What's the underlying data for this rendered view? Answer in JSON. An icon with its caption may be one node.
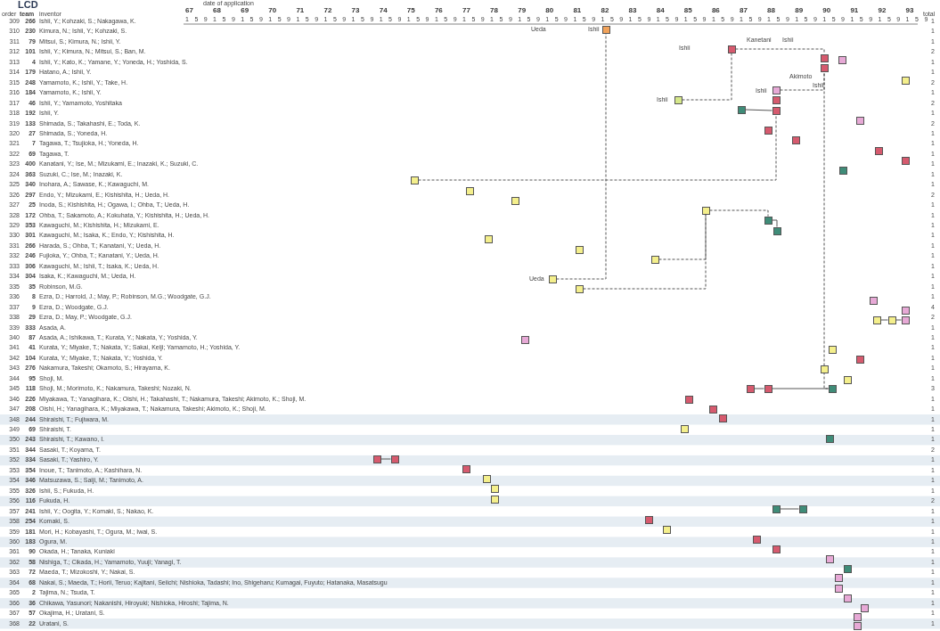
{
  "diagram": {
    "title": "LCD",
    "nodes": [
      {
        "text": [],
        "shape": "box"
      },
      {
        "text": [],
        "shape": "box"
      },
      {
        "text": [],
        "shape": "box"
      },
      {
        "text": [],
        "shape": "box"
      },
      {
        "text": [],
        "shape": "box"
      },
      {
        "text": [],
        "shape": "box"
      },
      {
        "text": [],
        "shape": "box"
      },
      {
        "text": [],
        "shape": "box"
      },
      {
        "text": [],
        "shape": "box"
      },
      {
        "text": [],
        "shape": "box"
      },
      {
        "text": [],
        "shape": "box"
      },
      {
        "text": [],
        "shape": "box"
      },
      {
        "text": [],
        "shape": "box"
      },
      {
        "text": [],
        "shape": "box"
      },
      {
        "text": [],
        "shape": "box"
      },
      {
        "text": [],
        "shape": "box"
      },
      {
        "text": [],
        "shape": "box"
      },
      {
        "text": [],
        "shape": "box"
      },
      {
        "text": [],
        "shape": "box"
      },
      {
        "text": [],
        "shape": "box"
      },
      {
        "text": [],
        "shape": "box"
      },
      {
        "text": [],
        "shape": "box"
      },
      {
        "text": [],
        "shape": "box"
      },
      {
        "text": [],
        "shape": "box"
      },
      {
        "text": [],
        "shape": "box"
      },
      {
        "text": [],
        "shape": "box"
      },
      {
        "text": [],
        "shape": "box"
      },
      {
        "text": [],
        "shape": "box"
      },
      {
        "text": [],
        "shape": "box"
      },
      {
        "text": [],
        "shape": "box"
      },
      {
        "text": [],
        "shape": "box"
      },
      {
        "text": [],
        "shape": "box"
      },
      {
        "text": [],
        "shape": "box"
      },
      {
        "text": [],
        "shape": "box"
      },
      {
        "text": [],
        "shape": "box"
      },
      {
        "text": [],
        "shape": "box"
      },
      {
        "text": [],
        "shape": "box"
      },
      {
        "text": [],
        "shape": "box"
      },
      {
        "text": [],
        "shape": "box"
      },
      {
        "text": [],
        "shape": "box"
      },
      {
        "text": [],
        "shape": "box"
      },
      {
        "text": [],
        "shape": "box"
      },
      {
        "text": [],
        "shape": "box"
      },
      {
        "text": [],
        "shape": "box"
      },
      {
        "text": [],
        "shape": "box"
      },
      {
        "text": [],
        "shape": "box"
      },
      {
        "text": [],
        "shape": "box"
      },
      {
        "text": [],
        "shape": "box"
      },
      {
        "text": [],
        "shape": "box"
      },
      {
        "text": [],
        "shape": "box"
      },
      {
        "text": [],
        "shape": "box"
      },
      {
        "text": [],
        "shape": "box"
      },
      {
        "text": [],
        "shape": "box"
      },
      {
        "text": [],
        "shape": "box"
      },
      {
        "text": [],
        "shape": "box"
      },
      {
        "text": [],
        "shape": "box"
      },
      {
        "text": [],
        "shape": "box"
      },
      {
        "text": [],
        "shape": "box"
      },
      {
        "text": [],
        "shape": "box"
      },
      {
        "text": [],
        "shape": "box"
      },
      {
        "text": [],
        "shape": "box"
      },
      {
        "text": [],
        "shape": "box"
      },
      {
        "text": [],
        "shape": "box"
      },
      {
        "text": [],
        "shape": "box"
      },
      {
        "text": [],
        "shape": "box"
      },
      {
        "text": [],
        "shape": "box"
      }
    ],
    "edges": [
      {
        "from": 17,
        "to": 10,
        "arrow": "none",
        "style": "dashed"
      },
      {
        "from": 26,
        "to": 0,
        "arrow": "none",
        "style": "dashed"
      },
      {
        "from": 27,
        "to": 20,
        "arrow": "none",
        "style": "dashed"
      },
      {
        "from": 25,
        "to": 20,
        "arrow": "none",
        "style": "dashed"
      },
      {
        "from": 20,
        "to": 21,
        "arrow": "none",
        "style": "dashed"
      },
      {
        "from": 21,
        "to": 22,
        "arrow": "none"
      },
      {
        "from": 7,
        "to": 1,
        "arrow": "none",
        "style": "dashed"
      },
      {
        "from": 1,
        "to": 2,
        "arrow": "none",
        "style": "dashed"
      },
      {
        "from": 6,
        "to": 4,
        "arrow": "none",
        "style": "dashed"
      },
      {
        "from": 9,
        "to": 10,
        "arrow": "none"
      },
      {
        "from": 38,
        "to": 39,
        "arrow": "none"
      },
      {
        "from": 39,
        "to": 40,
        "arrow": "none"
      },
      {
        "from": 40,
        "to": 4,
        "arrow": "none",
        "style": "dashed"
      },
      {
        "from": 52,
        "to": 53,
        "arrow": "none"
      },
      {
        "from": 46,
        "to": 47,
        "arrow": "none"
      },
      {
        "from": 30,
        "to": 31,
        "arrow": "none"
      },
      {
        "from": 31,
        "to": 32,
        "arrow": "none"
      }
    ],
    "labels": [
      "date of application",
      "67",
      "68",
      "69",
      "70",
      "71",
      "72",
      "73",
      "74",
      "75",
      "76",
      "77",
      "78",
      "79",
      "80",
      "81",
      "82",
      "83",
      "84",
      "85",
      "86",
      "87",
      "88",
      "89",
      "90",
      "91",
      "92",
      "93",
      "1",
      "5",
      "9",
      "1",
      "5",
      "9",
      "1",
      "5",
      "9",
      "1",
      "5",
      "9",
      "1",
      "5",
      "9",
      "1",
      "5",
      "9",
      "1",
      "5",
      "9",
      "1",
      "5",
      "9",
      "1",
      "5",
      "9",
      "1",
      "5",
      "9",
      "1",
      "5",
      "9",
      "1",
      "5",
      "9",
      "1",
      "5",
      "9",
      "1",
      "5",
      "9",
      "1",
      "5",
      "9",
      "1",
      "5",
      "9",
      "1",
      "5",
      "9",
      "1",
      "5",
      "9",
      "1",
      "5",
      "9",
      "1",
      "5",
      "9",
      "1",
      "5",
      "9",
      "1",
      "5",
      "9",
      "1",
      "5",
      "9",
      "1",
      "5",
      "9",
      "1",
      "5",
      "9",
      "1",
      "5",
      "9",
      "1",
      "5",
      "9",
      "order",
      "team",
      "inventor",
      "total",
      "Ueda",
      "Ishii",
      "Kanetani",
      "Ishii",
      "Ishii",
      "Akimoto",
      "Ishii",
      "Ishii",
      "Ishii",
      "Ueda",
      "309",
      "266",
      "Ishii, Y.; Kohzaki, S.; Nakagawa, K.",
      "1",
      "310",
      "230",
      "Kimura, N.; Ishii, Y.; Kohzaki, S.",
      "1",
      "311",
      "79",
      "Mitsui, S.; Kimura, N.; Ishii, Y.",
      "1",
      "312",
      "101",
      "Ishii, Y.; Kimura, N.; Mitsui, S.; Ban, M.",
      "2",
      "313",
      "4",
      "Ishii, Y.; Kato, K.; Yamane, Y.; Yoneda, H.; Yoshida, S.",
      "1",
      "314",
      "179",
      "Hatano, A.; Ishii, Y.",
      "1",
      "315",
      "248",
      "Yamamoto, K.; Ishii, Y.; Take, H.",
      "2",
      "316",
      "184",
      "Yamamoto, K.; Ishii, Y.",
      "1",
      "317",
      "46",
      "Ishii, Y.; Yamamoto, Yoshitaka",
      "2",
      "318",
      "192",
      "Ishii, Y.",
      "1",
      "319",
      "133",
      "Shimada, S.; Takahashi, E.; Toda, K.",
      "2",
      "320",
      "27",
      "Shimada, S.; Yoneda, H.",
      "1",
      "321",
      "7",
      "Tagawa, T.; Tsujioka, H.; Yoneda, H.",
      "1",
      "322",
      "69",
      "Tagawa, T.",
      "1",
      "323",
      "400",
      "Kanatani, Y.; Ise, M.; Mizukami, E.; Inazaki, K.; Suzuki, C.",
      "1",
      "324",
      "363",
      "Suzuki, C.; Ise, M.; Inazaki, K.",
      "1",
      "325",
      "340",
      "Inohara, A.; Sawase, K.; Kawaguchi, M.",
      "1",
      "326",
      "297",
      "Endo, Y.; Mizukami, E.; Kishishita, H.; Ueda, H.",
      "2",
      "327",
      "25",
      "Inoda, S.; Kishishita, H.; Ogawa, I.; Ohba, T.; Ueda, H.",
      "1",
      "328",
      "172",
      "Ohba, T.; Sakamoto, A.; Kokuhata, Y.; Kishishita, H.; Ueda, H.",
      "1",
      "329",
      "353",
      "Kawaguchi, M.; Kishishita, H.; Mizukami, E.",
      "1",
      "330",
      "301",
      "Kawaguchi, M.; Isaka, K.; Endo, Y.; Kishishita, H.",
      "1",
      "331",
      "266",
      "Harada, S.; Ohba, T.; Kanatani, Y.; Ueda, H.",
      "1",
      "332",
      "246",
      "Fujioka, Y.; Ohba, T.; Kanatani, Y.; Ueda, H.",
      "1",
      "333",
      "306",
      "Kawaguchi, M.; Ishii, T.; Isaka, K.; Ueda, H.",
      "1",
      "334",
      "304",
      "Isaka, K.; Kawaguchi, M.; Ueda, H.",
      "1",
      "335",
      "35",
      "Robinson, M.G.",
      "1",
      "336",
      "8",
      "Ezra, D.; Harrold, J.; May, P.; Robinson, M.G.; Woodgate, G.J.",
      "1",
      "337",
      "9",
      "Ezra, D.; Woodgate, G.J.",
      "4",
      "338",
      "29",
      "Ezra, D.; May, P.; Woodgate, G.J.",
      "2",
      "339",
      "333",
      "Asada, A.",
      "1",
      "340",
      "87",
      "Asada, A.; Ishikawa, T.; Kurata, Y.; Nakata, Y.; Yoshida, Y.",
      "1",
      "341",
      "41",
      "Kurata, Y.; Miyake, T.; Nakata, Y.; Sakai, Keiji; Yamamoto, H.; Yoshida, Y.",
      "1",
      "342",
      "104",
      "Kurata, Y.; Miyake, T.; Nakata, Y.; Yoshida, Y.",
      "1",
      "343",
      "276",
      "Nakamura, Takeshi; Okamoto, S.; Hirayama, K.",
      "1",
      "344",
      "95",
      "Shoji, M.",
      "1",
      "345",
      "118",
      "Shoji, M.; Morimoto, K.; Nakamura, Takeshi; Nozaki, N.",
      "3",
      "346",
      "226",
      "Miyakawa, T.; Yanagihara, K.; Oishi, H.; Takahashi, T.; Nakamura, Takeshi; Akimoto, K.; Shoji, M.",
      "1",
      "347",
      "208",
      "Oishi, H.; Yanagihara, K.; Miyakawa, T.; Nakamura, Takeshi; Akimoto, K.; Shoji, M.",
      "1",
      "348",
      "244",
      "Shiraishi, T.; Fujiwara, M.",
      "1",
      "349",
      "69",
      "Shiraishi, T.",
      "1",
      "350",
      "243",
      "Shiraishi, T.; Kawano, I.",
      "1",
      "351",
      "344",
      "Sasaki, T.; Koyama, T.",
      "2",
      "352",
      "334",
      "Sasaki, T.; Yashiro, Y.",
      "1",
      "353",
      "354",
      "Inoue, T.; Tanimoto, A.; Kashihara, N.",
      "1",
      "354",
      "346",
      "Matsuzawa, S.; Saiji, M.; Tanimoto, A.",
      "1",
      "355",
      "326",
      "Ishii, S.; Fukuda, H.",
      "1",
      "356",
      "116",
      "Fukuda, H.",
      "2",
      "357",
      "241",
      "Ishii, Y.; Oogita, Y.; Komaki, S.; Nakao, K.",
      "1",
      "358",
      "254",
      "Komaki, S.",
      "1",
      "359",
      "181",
      "Mori, H.; Kobayashi, T.; Ogura, M.; Iwai, S.",
      "1",
      "360",
      "183",
      "Ogura, M.",
      "1",
      "361",
      "90",
      "Okada, H.; Tanaka, Kuniaki",
      "1",
      "362",
      "58",
      "Nishiga, T.; Cikada, H.; Yamamoto, Yuuji; Yanagi, T.",
      "1",
      "363",
      "72",
      "Maeda, T.; Mizokoshi, Y.; Nakai, S.",
      "1",
      "364",
      "68",
      "Nakai, S.; Maeda, T.; Horii, Teruo; Kajitani, Seiichi; Nishioka, Tadashi; Ino, Shigeharu; Kumagai, Fuyuto; Hatanaka, Masatsugu",
      "1",
      "365",
      "2",
      "Tajima, N.; Tsuda, T.",
      "1",
      "366",
      "36",
      "Chikawa, Yasunori; Nakanishi, Hiroyuki; Nishioka, Hiroshi; Tajima, N.",
      "1",
      "367",
      "57",
      "Okajima, H.; Uratani, S.",
      "1",
      "368",
      "22",
      "Uratani, S.",
      "1"
    ]
  }
}
